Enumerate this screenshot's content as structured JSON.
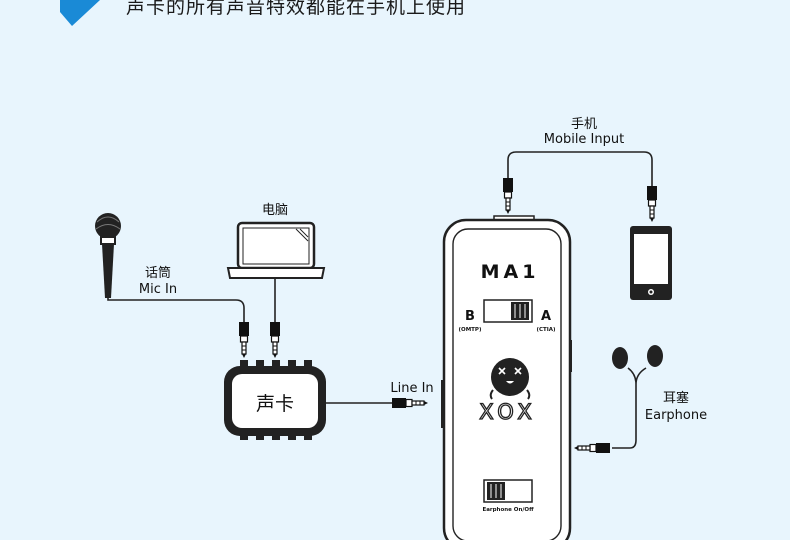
{
  "header": {
    "text": "声卡的所有声音特效都能在手机上使用",
    "accent_color": "#1a8ad6"
  },
  "phone": {
    "label_cn": "手机",
    "label_en": "Mobile Input"
  },
  "computer": {
    "label_cn": "电脑"
  },
  "mic": {
    "label_cn": "话筒",
    "label_en": "Mic In"
  },
  "soundcard": {
    "label": "声卡"
  },
  "line_in": {
    "label": "Line In"
  },
  "earphone": {
    "label_cn": "耳塞",
    "label_en": "Earphone"
  },
  "device": {
    "model": "MA1",
    "switch_left": "B",
    "switch_left_sub": "(OMTP)",
    "switch_right": "A",
    "switch_right_sub": "(CTIA)",
    "brand": "XOX",
    "earphone_switch_label": "Earphone On/Off"
  },
  "icons": [
    "microphone-icon",
    "laptop-icon",
    "smartphone-icon",
    "earphones-icon",
    "jack-plug-icon",
    "mascot-logo"
  ]
}
